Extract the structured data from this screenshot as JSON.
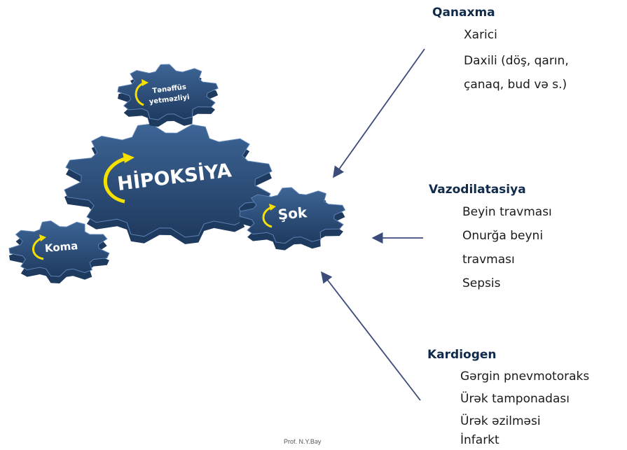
{
  "gears": {
    "main": "HİPOKSİYA",
    "top": [
      "Tənəffüs",
      "yetməzliyi"
    ],
    "left": "Koma",
    "right": "Şok"
  },
  "groups": {
    "qanaxma": {
      "title": "Qanaxma",
      "items": [
        "Xarici",
        "Daxili (döş, qarın,",
        "çanaq, bud və s.)"
      ]
    },
    "vazodilatasiya": {
      "title": "Vazodilatasiya",
      "items": [
        "Beyin travması",
        "Onurğa beyni",
        "travması",
        "Sepsis"
      ]
    },
    "kardiogen": {
      "title": "Kardiogen",
      "items": [
        "Gərgin pnevmotoraks",
        "Ürək tamponadası",
        "Ürək əzilməsi",
        "İnfarkt"
      ]
    }
  },
  "footer": "Prof. N.Y.Bəy",
  "colors": {
    "gear_fill": "#2f5483",
    "gear_dark": "#1f3a5f",
    "arrow": "#3b4b7a",
    "swoosh": "#f6e000"
  }
}
